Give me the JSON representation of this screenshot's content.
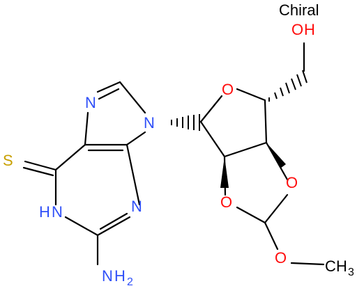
{
  "chiral_label": "Chiral",
  "colors": {
    "bond": "#000000",
    "N": "#3050F8",
    "O": "#FF0D0D",
    "S": "#C8A000",
    "text": "#000000"
  },
  "atoms": {
    "n_imidazole_top": "N",
    "n9": "N",
    "n3": "N",
    "n1_h": "H",
    "n1": "N",
    "nh2_n": "N",
    "nh2_h": "H",
    "nh2_sub": "2",
    "sulfur": "S",
    "o_ring": "O",
    "o_hydroxyl_o": "O",
    "o_hydroxyl_h": "H",
    "o_dioxolane_left": "O",
    "o_dioxolane_right": "O",
    "o_methoxy": "O",
    "ch3_c": "C",
    "ch3_h": "H",
    "ch3_sub": "3"
  }
}
